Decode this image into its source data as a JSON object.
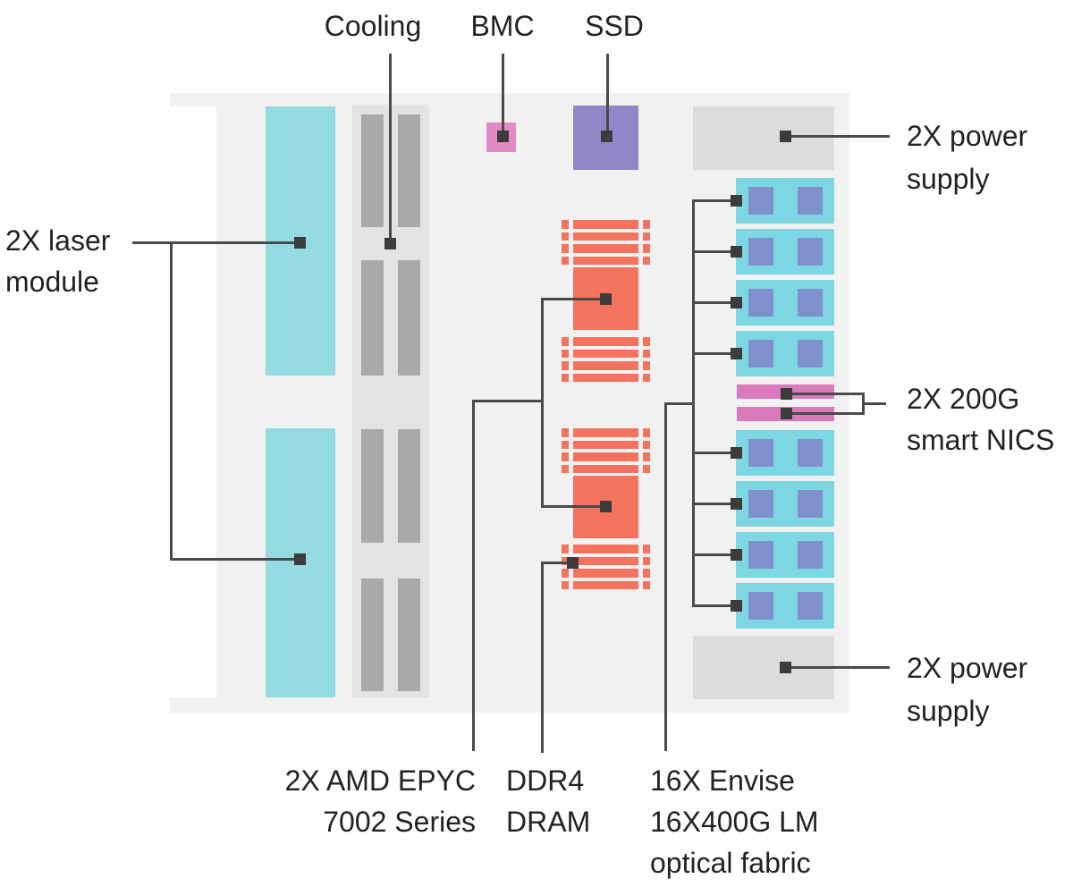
{
  "title": "Server hardware component diagram",
  "labels": {
    "cooling": "Cooling",
    "bmc": "BMC",
    "ssd": "SSD",
    "power_supply_top": "2X power\nsupply",
    "laser_module": "2X laser\nmodule",
    "smart_nics": "2X 200G\nsmart NICS",
    "power_supply_bottom": "2X power\nsupply",
    "cpu": "2X AMD EPYC\n7002 Series",
    "dram": "DDR4\nDRAM",
    "optical_fabric": "16X Envise\n16X400G LM\noptical fabric"
  },
  "components": {
    "laser_modules": 2,
    "fan_bar_columns": 2,
    "fan_bar_segments_per_column": 4,
    "bmc_chips": 1,
    "ssd_chips": 1,
    "power_supplies": 2,
    "cpus": 2,
    "dram_groups": 4,
    "dram_rows_per_group": 4,
    "fabric_modules": 8,
    "chips_per_fabric_module": 2,
    "smart_nics": 2
  },
  "colors": {
    "chassis": "#F1F1F1",
    "notch": "#FFFFFF",
    "laser": "#93DBE1",
    "cooling_tray": "#E3E3E3",
    "fan_bar": "#A9A9A9",
    "bmc": "#E18BC4",
    "ssd": "#9187C8",
    "psu": "#DCDCDC",
    "cpu_dram_red": "#F4735F",
    "fabric_module": "#7DD7E2",
    "fabric_chip": "#8090CC",
    "nic_pink": "#DA7ABD",
    "line": "#4A4A4A",
    "endpoint": "#3C3C3C",
    "text": "#222222"
  }
}
